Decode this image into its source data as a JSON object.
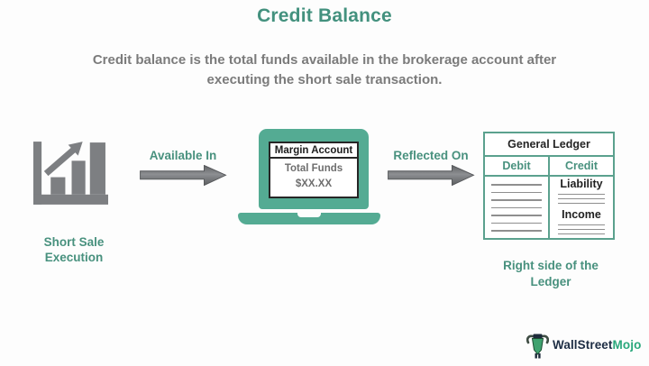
{
  "title": "Credit Balance",
  "subtitle_line1": "Credit balance is the total funds available in the brokerage account after",
  "subtitle_line2": "executing the short sale transaction.",
  "colors": {
    "teal_text": "#48917e",
    "title_teal": "#43917e",
    "laptop_teal": "#54ab93",
    "ledger_border_teal": "#5ba18e",
    "arrow_gray": "#717477",
    "icon_gray": "#7d7f82",
    "subtitle_gray": "#7b7b7b",
    "dark_text": "#242424",
    "brand_navy": "#1d2d44",
    "brand_green": "#2aa87c"
  },
  "icons": {
    "source": "bar-chart-rising-icon",
    "logo": "bull-icon"
  },
  "flow": {
    "source_label": "Short Sale Execution",
    "arrow1_label": "Available In",
    "laptop": {
      "header": "Margin Account",
      "row1": "Total Funds",
      "row2": "$XX.XX"
    },
    "arrow2_label": "Reflected On",
    "ledger": {
      "title": "General Ledger",
      "col_debit": "Debit",
      "col_credit": "Credit",
      "credit_item1": "Liability",
      "credit_item2": "Income",
      "caption": "Right side of the Ledger"
    }
  },
  "logo": {
    "brand_dark": "WallStreet",
    "brand_accent": "Mojo"
  }
}
